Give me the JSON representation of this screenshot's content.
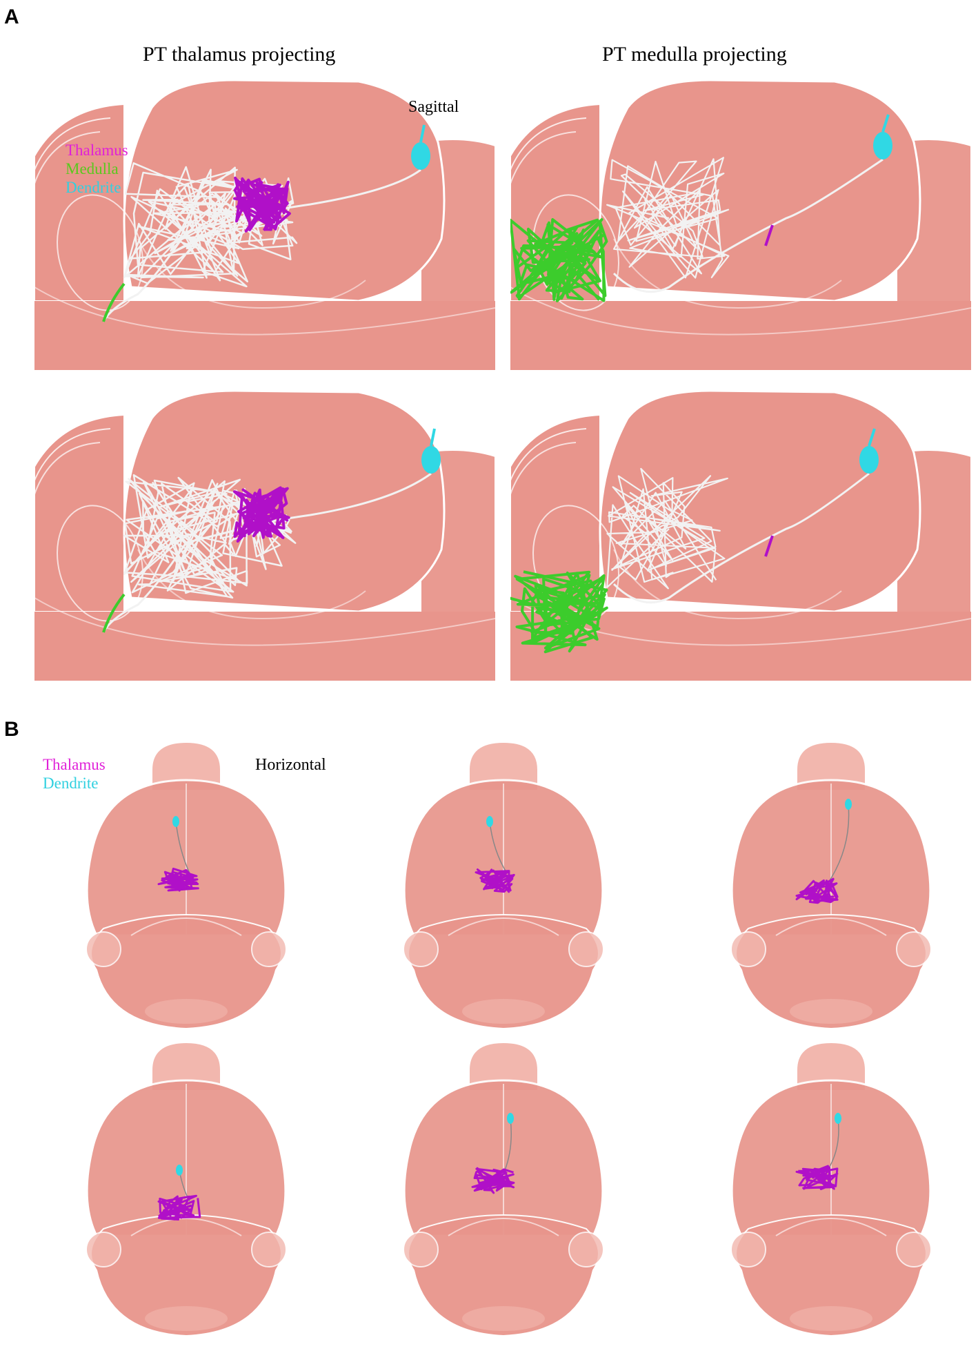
{
  "panelA": {
    "letter": "A",
    "col1_title": "PT thalamus projecting",
    "col2_title": "PT medulla projecting",
    "view_label": "Sagittal",
    "legend": [
      {
        "label": "Thalamus",
        "color": "#e020d8"
      },
      {
        "label": "Medulla",
        "color": "#5ac81e"
      },
      {
        "label": "Dendrite",
        "color": "#30d0e0"
      }
    ]
  },
  "panelB": {
    "letter": "B",
    "view_label": "Horizontal",
    "legend": [
      {
        "label": "Thalamus",
        "color": "#e020d8"
      },
      {
        "label": "Dendrite",
        "color": "#30d0e0"
      }
    ]
  },
  "colors": {
    "brain": "#e8958c",
    "brain_light": "#f2b7ae",
    "outline": "#ffffff",
    "axon": "#f2f2f2",
    "thalamus": "#b010c8",
    "medulla": "#3ccc2c",
    "dendrite": "#30d8e4"
  }
}
